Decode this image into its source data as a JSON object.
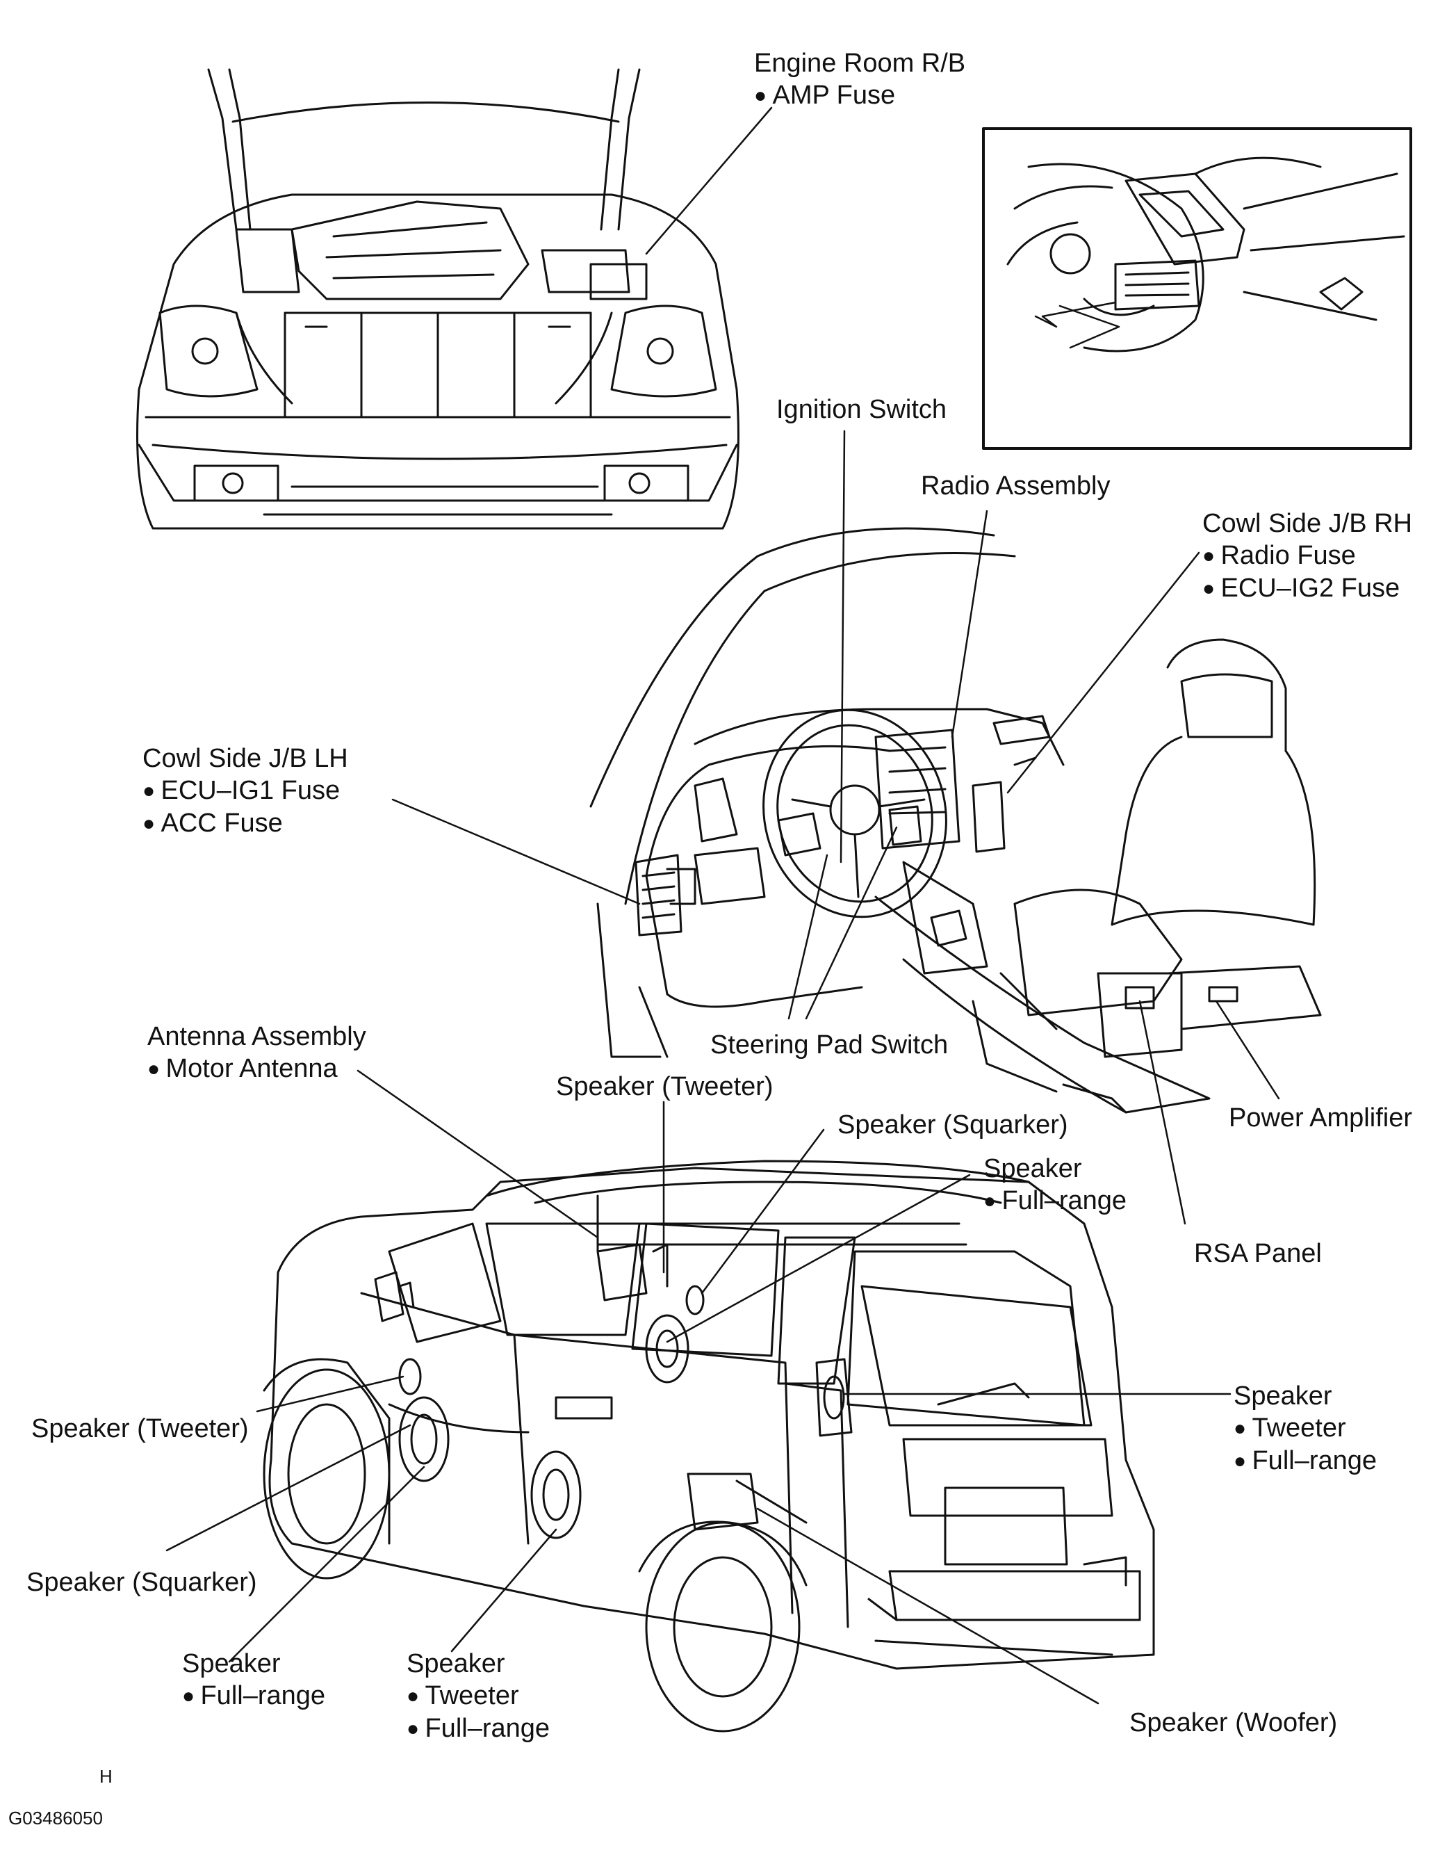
{
  "labels": {
    "engine_room_rb": {
      "title": "Engine Room R/B",
      "items": [
        "AMP Fuse"
      ]
    },
    "ignition_switch": {
      "title": "Ignition Switch"
    },
    "radio_assembly": {
      "title": "Radio Assembly"
    },
    "cowl_side_jb_rh": {
      "title": "Cowl Side J/B RH",
      "items": [
        "Radio Fuse",
        "ECU–IG2 Fuse"
      ]
    },
    "cowl_side_jb_lh": {
      "title": "Cowl Side J/B LH",
      "items": [
        "ECU–IG1 Fuse",
        "ACC Fuse"
      ]
    },
    "antenna_assembly": {
      "title": "Antenna Assembly",
      "items": [
        "Motor Antenna"
      ]
    },
    "steering_pad_switch": {
      "title": "Steering Pad Switch"
    },
    "speaker_tweeter_top": {
      "title": "Speaker (Tweeter)"
    },
    "power_amplifier": {
      "title": "Power Amplifier"
    },
    "speaker_squarker_top": {
      "title": "Speaker (Squarker)"
    },
    "speaker_fullrange_top": {
      "title": "Speaker",
      "items": [
        "Full–range"
      ]
    },
    "rsa_panel": {
      "title": "RSA Panel"
    },
    "speaker_tweeter_left": {
      "title": "Speaker (Tweeter)"
    },
    "speaker_rear_right": {
      "title": "Speaker",
      "items": [
        "Tweeter",
        "Full–range"
      ]
    },
    "speaker_squarker_left": {
      "title": "Speaker (Squarker)"
    },
    "speaker_fullrange_front": {
      "title": "Speaker",
      "items": [
        "Full–range"
      ]
    },
    "speaker_rear_door": {
      "title": "Speaker",
      "items": [
        "Tweeter",
        "Full–range"
      ]
    },
    "speaker_woofer": {
      "title": "Speaker (Woofer)"
    }
  },
  "footer": {
    "letter": "H",
    "code": "G03486050"
  }
}
